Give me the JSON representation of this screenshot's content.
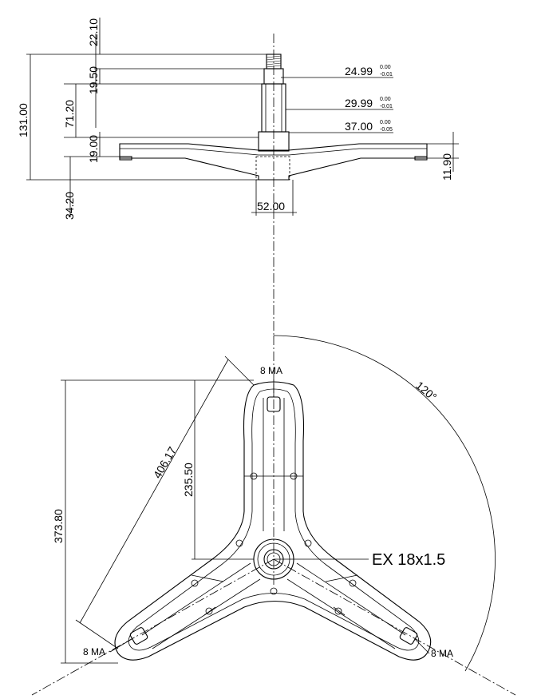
{
  "side_view": {
    "dim_22_10": "22.10",
    "dim_19_50": "19.50",
    "dim_71_20": "71.20",
    "dim_19_00": "19.00",
    "dim_131_00": "131.00",
    "dim_34_20": "34.20",
    "dim_11_90": "11.90",
    "dim_52_00": "52.00",
    "dia_24_99": {
      "value": "24.99",
      "tol_upper": "0.00",
      "tol_lower": "-0.01"
    },
    "dia_29_99": {
      "value": "29.99",
      "tol_upper": "0.00",
      "tol_lower": "-0.01"
    },
    "dia_37_00": {
      "value": "37.00",
      "tol_upper": "0.00",
      "tol_lower": "-0.05"
    }
  },
  "top_view": {
    "angle": "120°",
    "dim_406_17": "406.17",
    "dim_235_50": "235.50",
    "dim_373_80": "373.80",
    "thread_label": "EX 18x1.5",
    "hole_top": "8 MA",
    "hole_left": "8 MA",
    "hole_right": "8 MA"
  }
}
